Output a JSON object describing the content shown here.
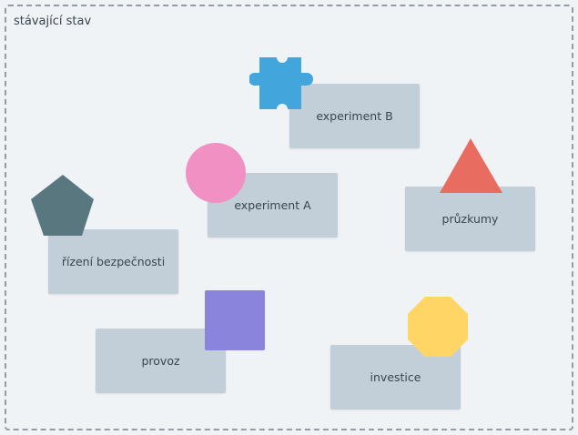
{
  "container": {
    "title": "stávající stav"
  },
  "cards": [
    {
      "label": "experiment B",
      "icon": "puzzle-icon",
      "color": "#42a5dc"
    },
    {
      "label": "experiment A",
      "icon": "circle-icon",
      "color": "#f090c3"
    },
    {
      "label": "průzkumy",
      "icon": "triangle-icon",
      "color": "#e96c60"
    },
    {
      "label": "řízení bezpečnosti",
      "icon": "pentagon-icon",
      "color": "#58777f"
    },
    {
      "label": "provoz",
      "icon": "square-icon",
      "color": "#8a84dc"
    },
    {
      "label": "investice",
      "icon": "octagon-icon",
      "color": "#ffd666"
    }
  ]
}
